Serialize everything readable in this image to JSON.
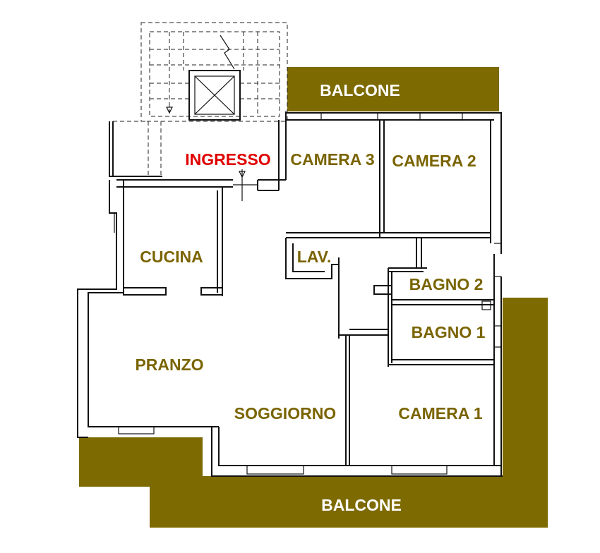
{
  "colors": {
    "balcony_fill": "#7d6a00",
    "room_label": "#7a6400",
    "entry_label": "#e00000",
    "balcony_label": "#ffffff",
    "walls": "#111111"
  },
  "balconies": {
    "top": "BALCONE",
    "bottom": "BALCONE"
  },
  "rooms": {
    "ingresso": "INGRESSO",
    "camera3": "CAMERA 3",
    "camera2": "CAMERA 2",
    "cucina": "CUCINA",
    "lav": "LAV.",
    "bagno2": "BAGNO 2",
    "bagno1": "BAGNO 1",
    "pranzo": "PRANZO",
    "soggiorno": "SOGGIORNO",
    "camera1": "CAMERA 1"
  }
}
